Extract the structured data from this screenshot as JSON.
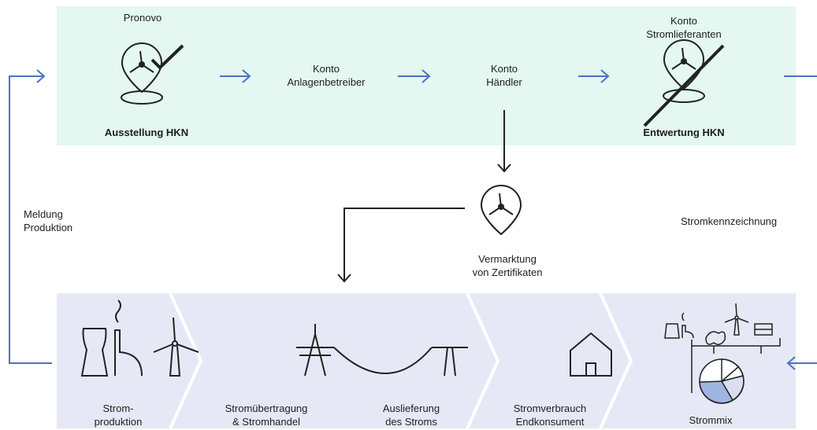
{
  "top_panel": {
    "pronovo": "Pronovo",
    "issue_label": "Ausstellung HKN",
    "konto_anlagen": [
      "Konto",
      "Anlagenbetreiber"
    ],
    "konto_haendler": [
      "Konto",
      "Händler"
    ],
    "konto_strom": [
      "Konto",
      "Stromlieferanten"
    ],
    "cancel_label": "Entwertung HKN"
  },
  "middle": {
    "meldung": [
      "Meldung",
      "Produktion"
    ],
    "vermarktung": [
      "Vermarktung",
      "von Zertifikaten"
    ],
    "kennzeichnung": "Stromkennzeichnung"
  },
  "bottom_panel": {
    "produktion": [
      "Strom-",
      "produktion"
    ],
    "uebertragung": [
      "Stromübertragung",
      "& Stromhandel"
    ],
    "auslieferung": [
      "Auslieferung",
      "des Stroms"
    ],
    "verbrauch": [
      "Stromverbrauch",
      "Endkonsument"
    ],
    "mix": "Strommix"
  },
  "colors": {
    "top_panel_bg": "#e4f7f0",
    "bottom_panel_bg": "#e6e9f5",
    "arrow_blue": "#4a72c4",
    "pie_fill": "#9fb4e0"
  },
  "icons": [
    "wind-pin-check-icon",
    "wind-pin-icon",
    "wind-pin-crossed-icon",
    "power-plant-icon",
    "wind-turbine-icon",
    "transmission-line-icon",
    "house-icon",
    "strommix-icon",
    "pie-chart-icon"
  ]
}
